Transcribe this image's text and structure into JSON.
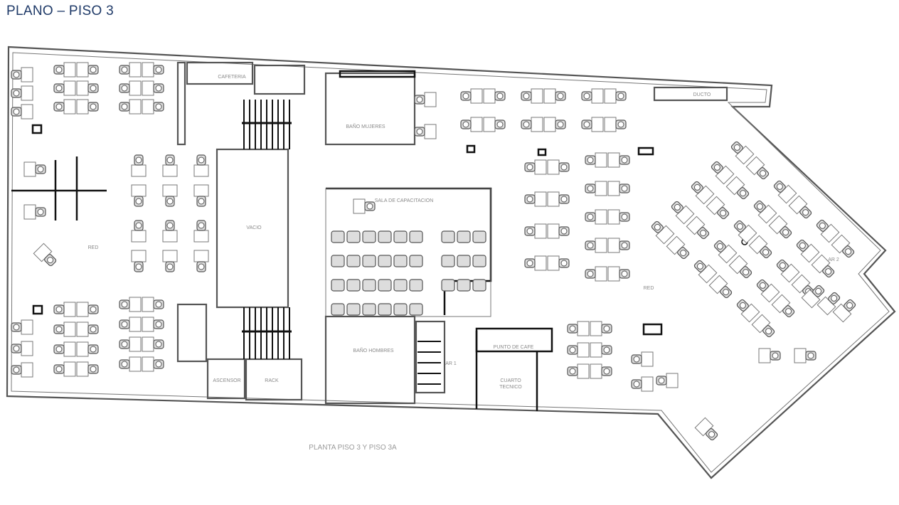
{
  "title": "PLANO – PISO 3",
  "caption": "PLANTA PISO 3 Y PISO 3A",
  "rooms": {
    "cafeteria": "CAFETERIA",
    "bano_mujeres": "BAÑO MUJERES",
    "sala_capacitacion": "SALA DE CAPACITACION",
    "vacio": "VACIO",
    "red_west": "RED",
    "red_east": "RED",
    "bano_hombres": "BAÑO HOMBRES",
    "ascensor": "ASCENSOR",
    "rack": "RACK",
    "ar1": "AR 1",
    "punto_cafe": "PUNTO DE CAFE",
    "cuarto_tecnico_1": "CUARTO",
    "cuarto_tecnico_2": "TECNICO",
    "ducto": "DUCTO",
    "ar2": "AR 2"
  },
  "colors": {
    "title": "#1f3a68",
    "wall": "#555555",
    "label": "#8a8a8a"
  }
}
